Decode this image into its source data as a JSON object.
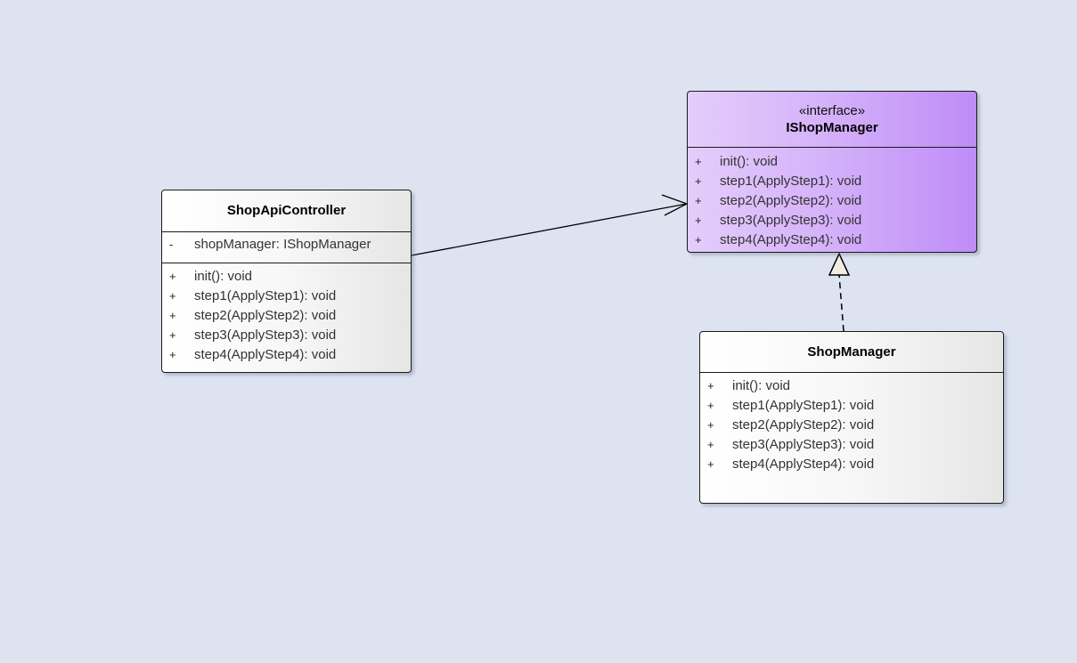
{
  "classes": {
    "shop_api_controller": {
      "name": "ShopApiController",
      "attributes": [
        {
          "visibility": "-",
          "signature": "shopManager: IShopManager"
        }
      ],
      "operations": [
        {
          "visibility": "+",
          "signature": "init(): void"
        },
        {
          "visibility": "+",
          "signature": "step1(ApplyStep1): void"
        },
        {
          "visibility": "+",
          "signature": "step2(ApplyStep2): void"
        },
        {
          "visibility": "+",
          "signature": "step3(ApplyStep3): void"
        },
        {
          "visibility": "+",
          "signature": "step4(ApplyStep4): void"
        }
      ]
    },
    "ishop_manager": {
      "stereotype": "«interface»",
      "name": "IShopManager",
      "operations": [
        {
          "visibility": "+",
          "signature": "init(): void"
        },
        {
          "visibility": "+",
          "signature": "step1(ApplyStep1): void"
        },
        {
          "visibility": "+",
          "signature": "step2(ApplyStep2): void"
        },
        {
          "visibility": "+",
          "signature": "step3(ApplyStep3): void"
        },
        {
          "visibility": "+",
          "signature": "step4(ApplyStep4): void"
        }
      ]
    },
    "shop_manager": {
      "name": "ShopManager",
      "operations": [
        {
          "visibility": "+",
          "signature": "init(): void"
        },
        {
          "visibility": "+",
          "signature": "step1(ApplyStep1): void"
        },
        {
          "visibility": "+",
          "signature": "step2(ApplyStep2): void"
        },
        {
          "visibility": "+",
          "signature": "step3(ApplyStep3): void"
        },
        {
          "visibility": "+",
          "signature": "step4(ApplyStep4): void"
        }
      ]
    }
  },
  "colors": {
    "canvas_background": "#dde3f0",
    "interface_fill_light": "#e4cdfb",
    "interface_fill_dark": "#be8cf7",
    "class_fill_light": "#ffffff",
    "class_fill_dark": "#e6e6e6",
    "border": "#1a1a1a"
  }
}
